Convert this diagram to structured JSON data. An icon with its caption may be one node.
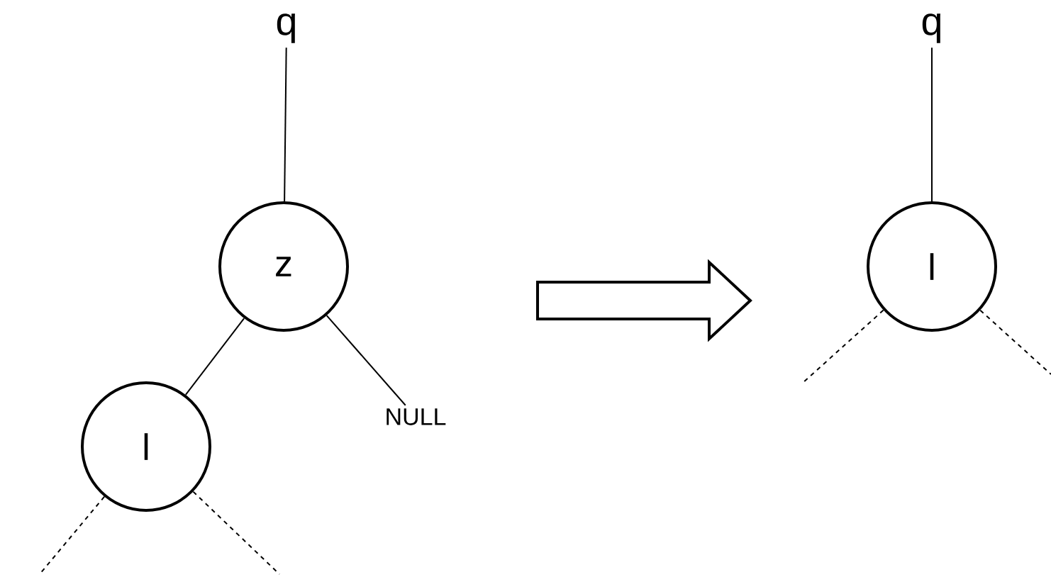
{
  "diagram": {
    "nodes": [
      {
        "text": [
          "q"
        ]
      },
      {
        "text": [
          "z"
        ]
      },
      {
        "text": [
          "l"
        ]
      },
      {
        "text": [
          "NULL"
        ]
      },
      {
        "text": [
          "q"
        ]
      },
      {
        "text": [
          "l"
        ]
      }
    ],
    "edges": [
      {
        "from": 0,
        "to": 1,
        "arrow": "none"
      },
      {
        "from": 1,
        "to": 2,
        "arrow": "none"
      },
      {
        "from": 1,
        "to": 3,
        "arrow": "none"
      },
      {
        "from": 2,
        "to": null,
        "arrow": "none",
        "style": "dashed"
      },
      {
        "from": 2,
        "to": null,
        "arrow": "none",
        "style": "dashed"
      },
      {
        "from": 4,
        "to": 5,
        "arrow": "none"
      },
      {
        "from": 5,
        "to": null,
        "arrow": "none",
        "style": "dashed"
      },
      {
        "from": 5,
        "to": null,
        "arrow": "none",
        "style": "dashed"
      }
    ]
  }
}
